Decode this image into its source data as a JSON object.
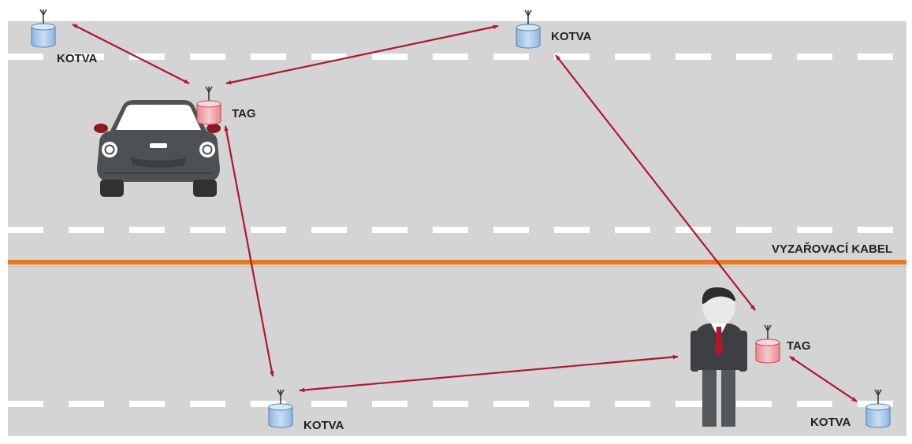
{
  "labels": {
    "anchor_top_left": "KOTVA",
    "anchor_top_right": "KOTVA",
    "anchor_bottom_left": "KOTVA",
    "anchor_bottom_right": "KOTVA",
    "tag_car": "TAG",
    "tag_person": "TAG",
    "cable": "VYZAŘOVACÍ KABEL"
  },
  "colors": {
    "road": "#d4d4d4",
    "lane_marking": "#ffffff",
    "cable": "#e8791f",
    "arrow": "#b0182a",
    "anchor_fill": "#a9c8ea",
    "tag_fill": "#f2a8ae",
    "car_body": "#4e5153",
    "person_suit": "#3d3f42"
  },
  "icons": {
    "anchor": "anchor-beacon-icon",
    "tag": "tag-beacon-icon",
    "car": "car-icon",
    "person": "person-icon"
  }
}
